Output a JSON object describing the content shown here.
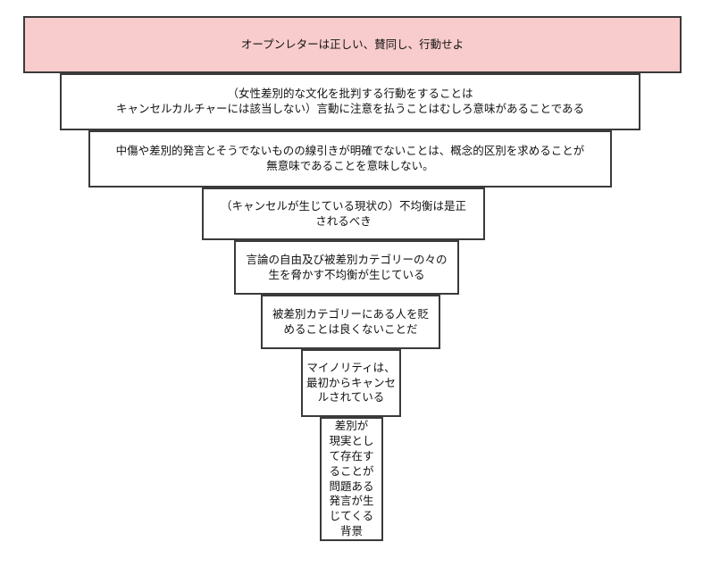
{
  "diagram": {
    "levels": [
      {
        "text": "オープンレターは正しい、賛同し、行動せよ",
        "fill": "#f8cccc"
      },
      {
        "text": "（女性差別的な文化を批判する行動をすることは\nキャンセルカルチャーには該当しない）言動に注意を払うことはむしろ意味があることである",
        "fill": "#ffffff"
      },
      {
        "text": "中傷や差別的発言とそうでないものの線引きが明確でないことは、概念的区別を求めることが\n無意味であることを意味しない。",
        "fill": "#ffffff"
      },
      {
        "text": "（キャンセルが生じている現状の）不均衡は是正\nされるべき",
        "fill": "#ffffff"
      },
      {
        "text": "言論の自由及び被差別カテゴリーの々の\n生を脅かす不均衡が生じている",
        "fill": "#ffffff"
      },
      {
        "text": "被差別カテゴリーにある人を貶\nめることは良くないことだ",
        "fill": "#ffffff"
      },
      {
        "text": "マイノリティは、\n最初からキャンセ\nルされている",
        "fill": "#ffffff"
      },
      {
        "text": "差別が\n現実とし\nて存在す\nることが\n問題ある\n発言が生\nじてくる\n背景",
        "fill": "#ffffff"
      }
    ]
  }
}
